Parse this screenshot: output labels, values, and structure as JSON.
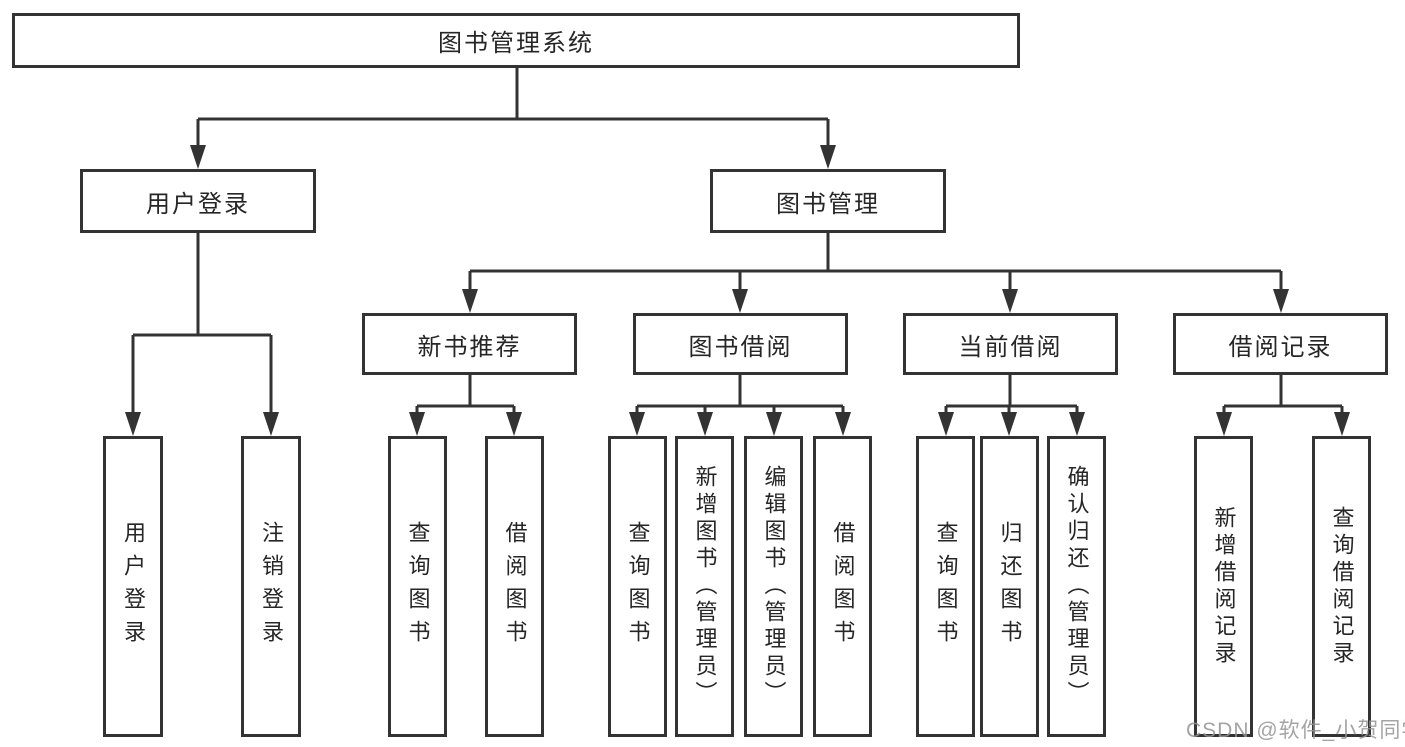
{
  "diagram_title": "图书管理系统",
  "tree": {
    "root": "图书管理系统",
    "children": [
      {
        "label": "用户登录",
        "children": [
          {
            "label": "用户登录"
          },
          {
            "label": "注销登录"
          }
        ]
      },
      {
        "label": "图书管理",
        "children": [
          {
            "label": "新书推荐",
            "children": [
              {
                "label": "查询图书"
              },
              {
                "label": "借阅图书"
              }
            ]
          },
          {
            "label": "图书借阅",
            "children": [
              {
                "label": "查询图书"
              },
              {
                "label": "新增图书（管理员）"
              },
              {
                "label": "编辑图书（管理员）"
              },
              {
                "label": "借阅图书"
              }
            ]
          },
          {
            "label": "当前借阅",
            "children": [
              {
                "label": "查询图书"
              },
              {
                "label": "归还图书"
              },
              {
                "label": "确认归还（管理员）"
              }
            ]
          },
          {
            "label": "借阅记录",
            "children": [
              {
                "label": "新增借阅记录"
              },
              {
                "label": "查询借阅记录"
              }
            ]
          }
        ]
      }
    ]
  },
  "watermark": {
    "text": "CSDN @软件_小贺同学"
  },
  "colors": {
    "line": "#333333",
    "box_border": "#333333",
    "text": "#262626",
    "background": "#ffffff",
    "watermark": "#949494"
  }
}
